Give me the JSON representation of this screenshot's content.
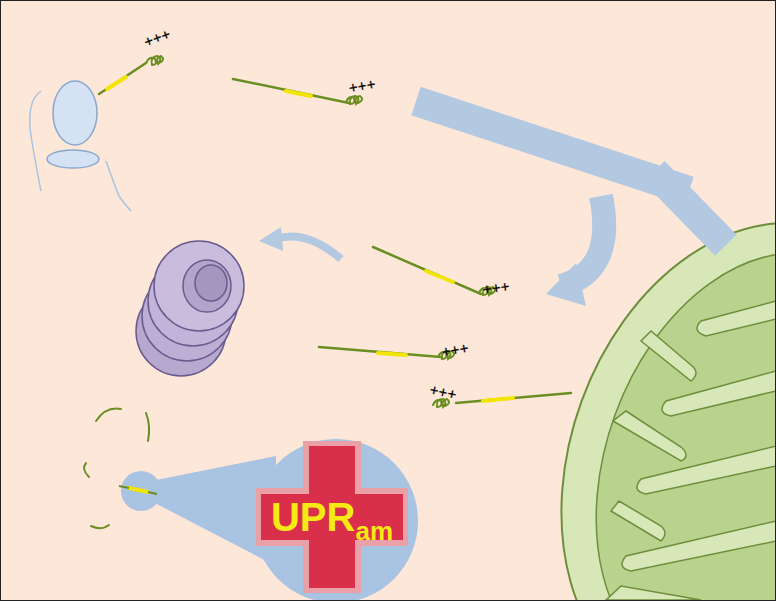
{
  "diagram": {
    "nodes": [
      {
        "text": [
          "UPR",
          "am"
        ]
      }
    ],
    "labels": [
      "+++",
      "+++",
      "+++",
      "+++",
      "+++"
    ]
  }
}
